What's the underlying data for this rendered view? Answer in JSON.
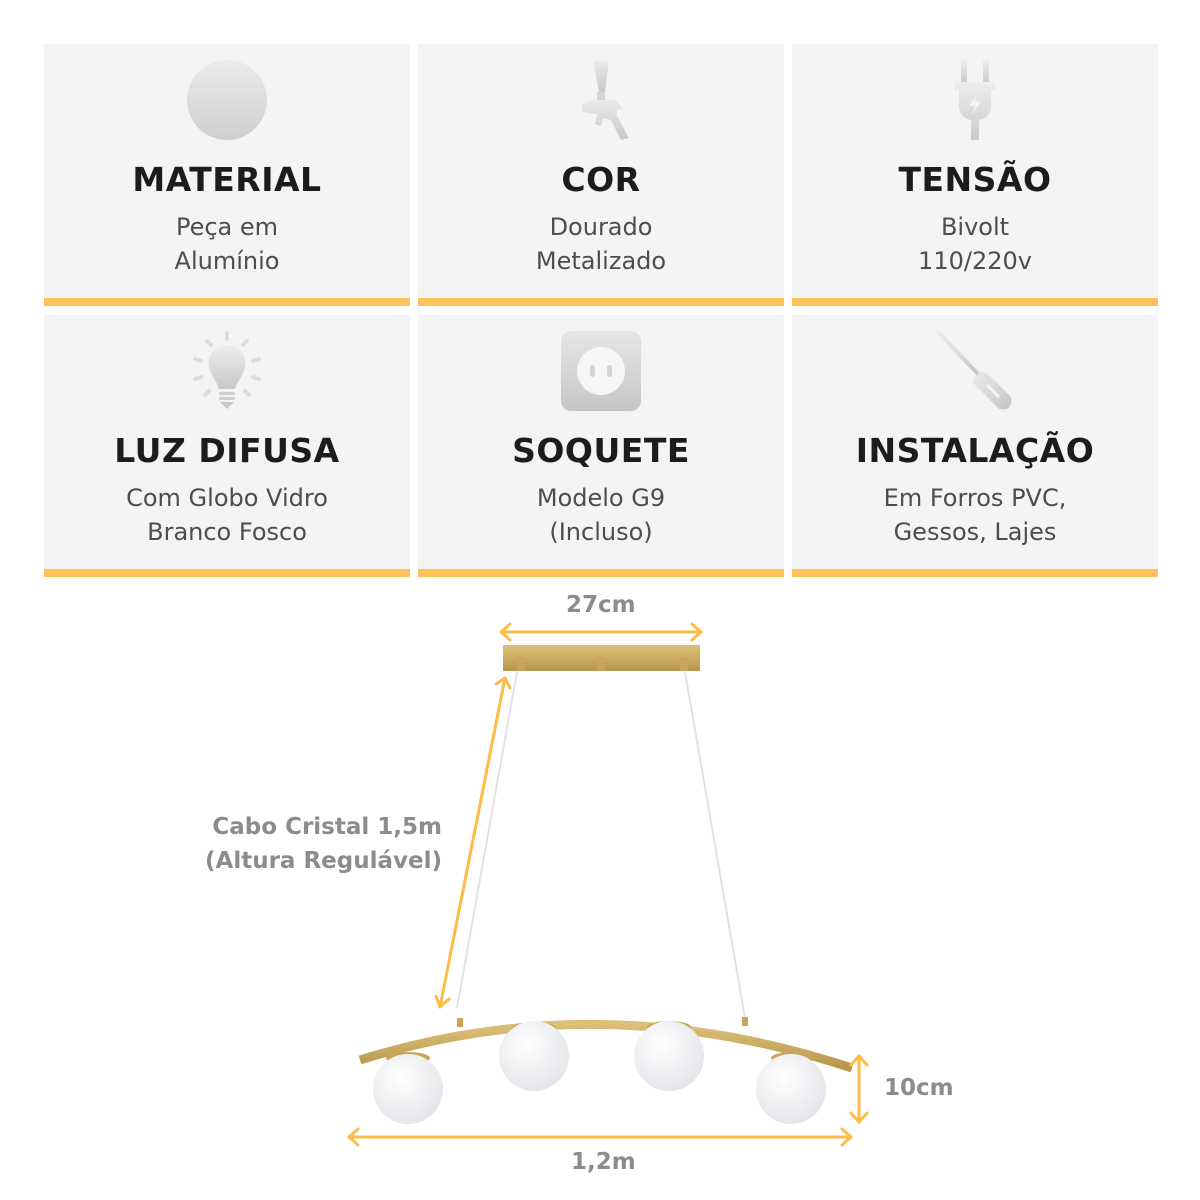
{
  "accent_color": "#fdc35a",
  "cards": [
    {
      "icon": "sphere-icon",
      "title": "MATERIAL",
      "lines": [
        "Peça em",
        "Alumínio"
      ]
    },
    {
      "icon": "spray-gun-icon",
      "title": "COR",
      "lines": [
        "Dourado",
        "Metalizado"
      ]
    },
    {
      "icon": "plug-icon",
      "title": "TENSÃO",
      "lines": [
        "Bivolt",
        "110/220v"
      ]
    },
    {
      "icon": "light-bulb-icon",
      "title": "LUZ DIFUSA",
      "lines": [
        "Com Globo Vidro",
        "Branco Fosco"
      ]
    },
    {
      "icon": "socket-icon",
      "title": "SOQUETE",
      "lines": [
        "Modelo G9",
        "(Incluso)"
      ]
    },
    {
      "icon": "screwdriver-icon",
      "title": "INSTALAÇÃO",
      "lines": [
        "Em Forros PVC,",
        "Gessos, Lajes"
      ]
    }
  ],
  "diagram": {
    "canopy_width": "27cm",
    "cable_label": [
      "Cabo Cristal 1,5m",
      "(Altura Regulável)"
    ],
    "total_width": "1,2m",
    "height": "10cm",
    "globe_count": 4
  }
}
